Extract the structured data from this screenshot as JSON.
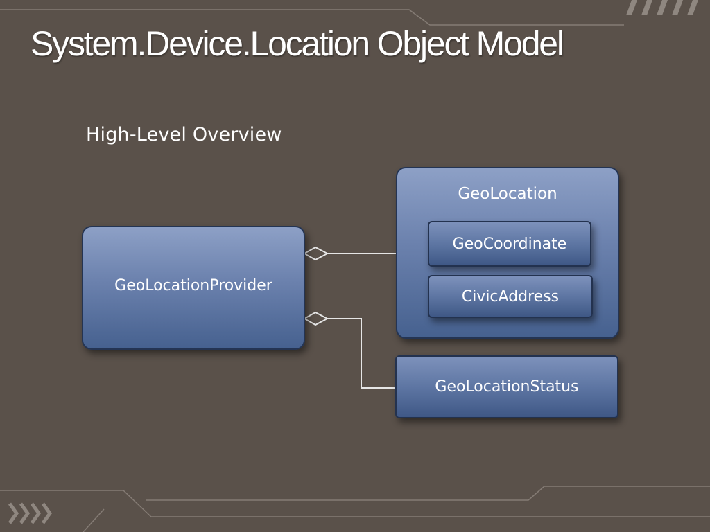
{
  "slide": {
    "title": "System.Device.Location Object Model",
    "subtitle": "High-Level Overview"
  },
  "diagram": {
    "provider": {
      "label": "GeoLocationProvider"
    },
    "geolocation": {
      "label": "GeoLocation",
      "children": [
        {
          "label": "GeoCoordinate"
        },
        {
          "label": "CivicAddress"
        }
      ]
    },
    "status": {
      "label": "GeoLocationStatus"
    }
  },
  "colors": {
    "background": "#5a514a",
    "box_fill_top": "#8da0c6",
    "box_fill_bottom": "#46618f",
    "box_border": "#243453",
    "connector": "#e6e6e6",
    "decoration": "#8a817a"
  },
  "icons": [
    "chevron-stripes-icon",
    "slash-stripes-icon"
  ]
}
